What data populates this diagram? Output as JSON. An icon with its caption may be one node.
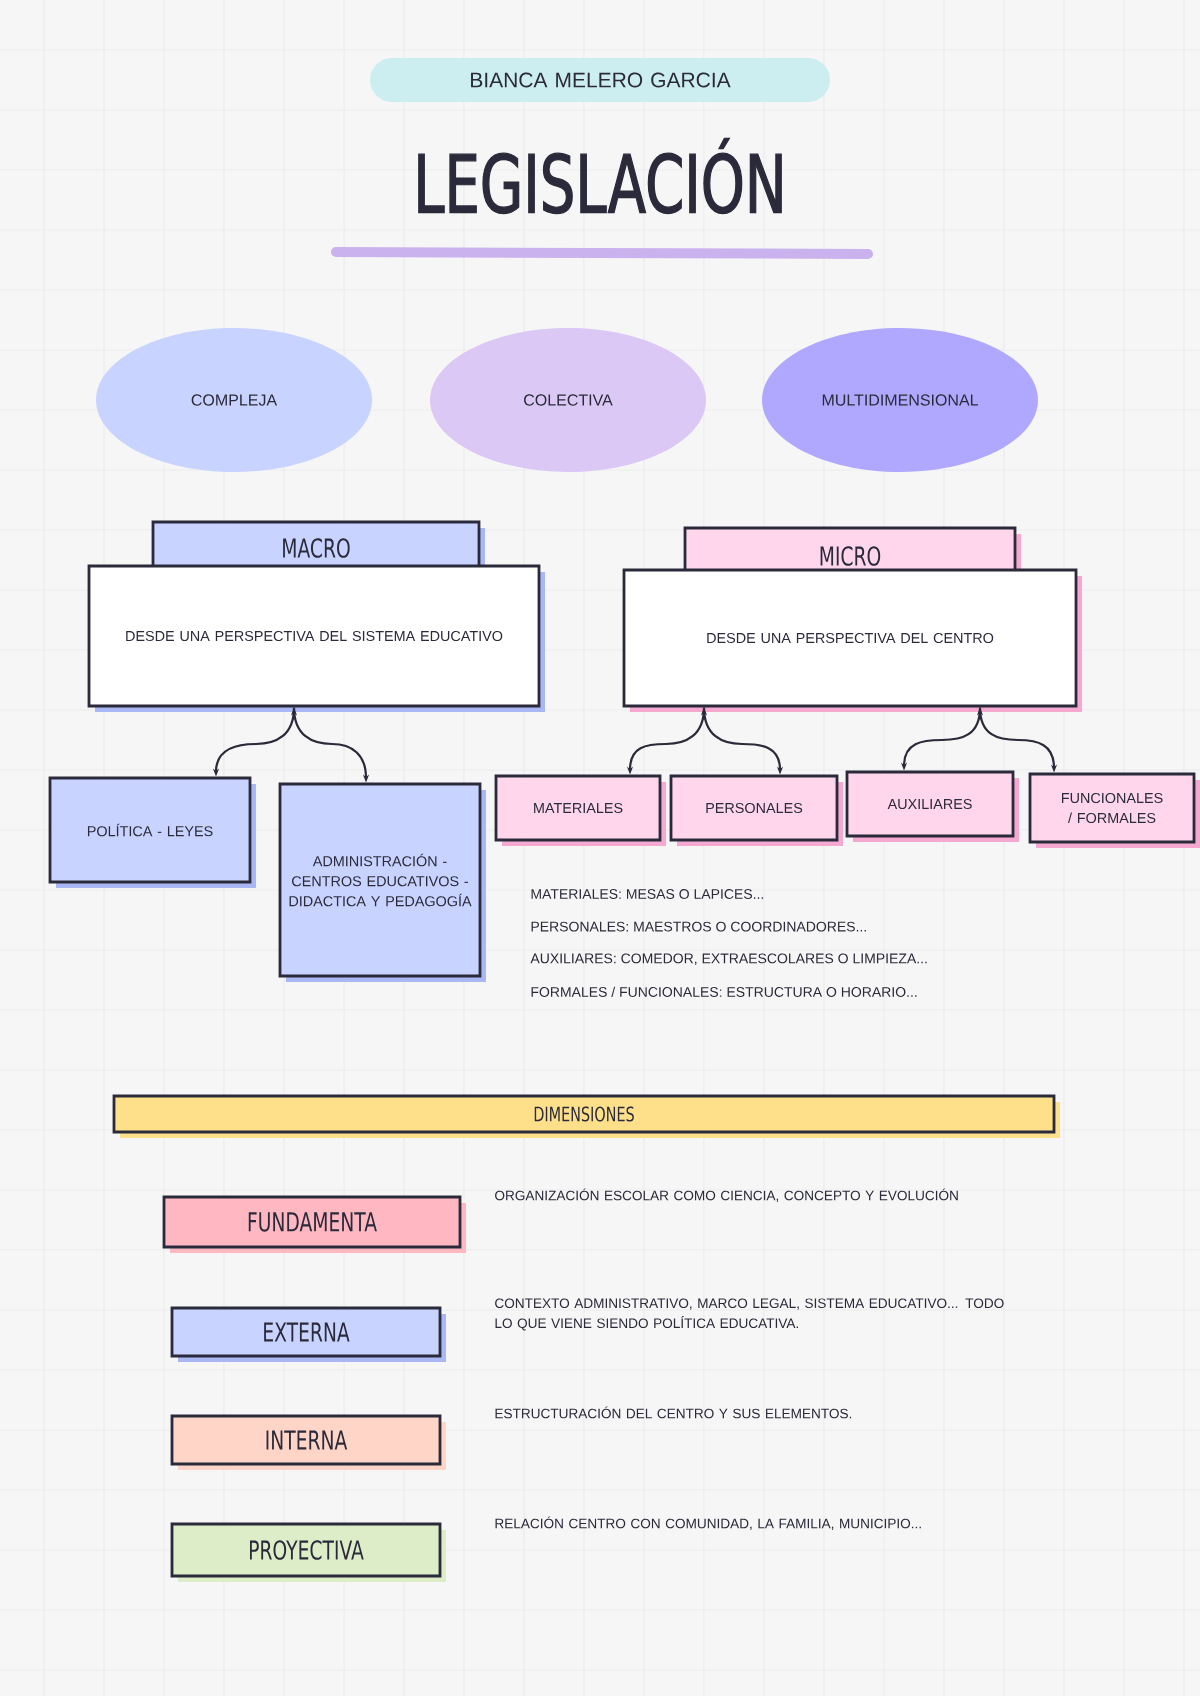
{
  "diagram": {
    "title": "LEGISLACIÓN",
    "nodes": [
      {
        "text": [
          "BIANCA MELERO GARCIA"
        ]
      },
      {
        "text": [
          "COMPLEJA"
        ]
      },
      {
        "text": [
          "COLECTIVA"
        ]
      },
      {
        "text": [
          "MULTIDIMENSIONAL"
        ]
      },
      {
        "text": [
          "MACRO"
        ]
      },
      {
        "text": [
          "DESDE UNA PERSPECTIVA DEL SISTEMA EDUCATIVO"
        ]
      },
      {
        "text": [
          "POLÍTICA - LEYES"
        ]
      },
      {
        "text": [
          "ADMINISTRACIÓN - CENTROS EDUCATIVOS - DIDACTICA Y PEDAGOGÍA"
        ]
      },
      {
        "text": [
          "MICRO"
        ]
      },
      {
        "text": [
          "DESDE UNA PERSPECTIVA DEL CENTRO"
        ]
      },
      {
        "text": [
          "MATERIALES"
        ]
      },
      {
        "text": [
          "PERSONALES"
        ]
      },
      {
        "text": [
          "AUXILIARES"
        ]
      },
      {
        "text": [
          "FUNCIONALES / FORMALES"
        ]
      },
      {
        "text": [
          "DIMENSIONES"
        ]
      },
      {
        "text": [
          "FUNDAMENTA"
        ],
        "beside": [
          "ORGANIZACIÓN ESCOLAR COMO CIENCIA, CONCEPTO Y EVOLUCIÓN"
        ]
      },
      {
        "text": [
          "EXTERNA"
        ],
        "beside": [
          "CONTEXTO ADMINISTRATIVO, MARCO LEGAL, SISTEMA EDUCATIVO... TODO LO QUE VIENE SIENDO POLÍTICA EDUCATIVA."
        ]
      },
      {
        "text": [
          "INTERNA"
        ],
        "beside": [
          "ESTRUCTURACIÓN DEL CENTRO Y SUS ELEMENTOS."
        ]
      },
      {
        "text": [
          "PROYECTIVA"
        ],
        "beside": [
          "RELACIÓN CENTRO CON COMUNIDAD, LA FAMILIA, MUNICIPIO..."
        ]
      }
    ],
    "edges": [
      {
        "from": 5,
        "to": 6,
        "arrow": "both"
      },
      {
        "from": 5,
        "to": 7,
        "arrow": "both"
      },
      {
        "from": 9,
        "to": 10,
        "arrow": "both"
      },
      {
        "from": 9,
        "to": 11,
        "arrow": "both"
      },
      {
        "from": 9,
        "to": 12,
        "arrow": "both"
      },
      {
        "from": 9,
        "to": 13,
        "arrow": "both"
      }
    ],
    "labels": [
      "MATERIALES: MESAS O LAPICES...",
      "PERSONALES: MAESTROS O COORDINADORES...",
      "AUXILIARES: COMEDOR, EXTRAESCOLARES O LIMPIEZA...",
      "FORMALES / FUNCIONALES: ESTRUCTURA O HORARIO..."
    ]
  }
}
